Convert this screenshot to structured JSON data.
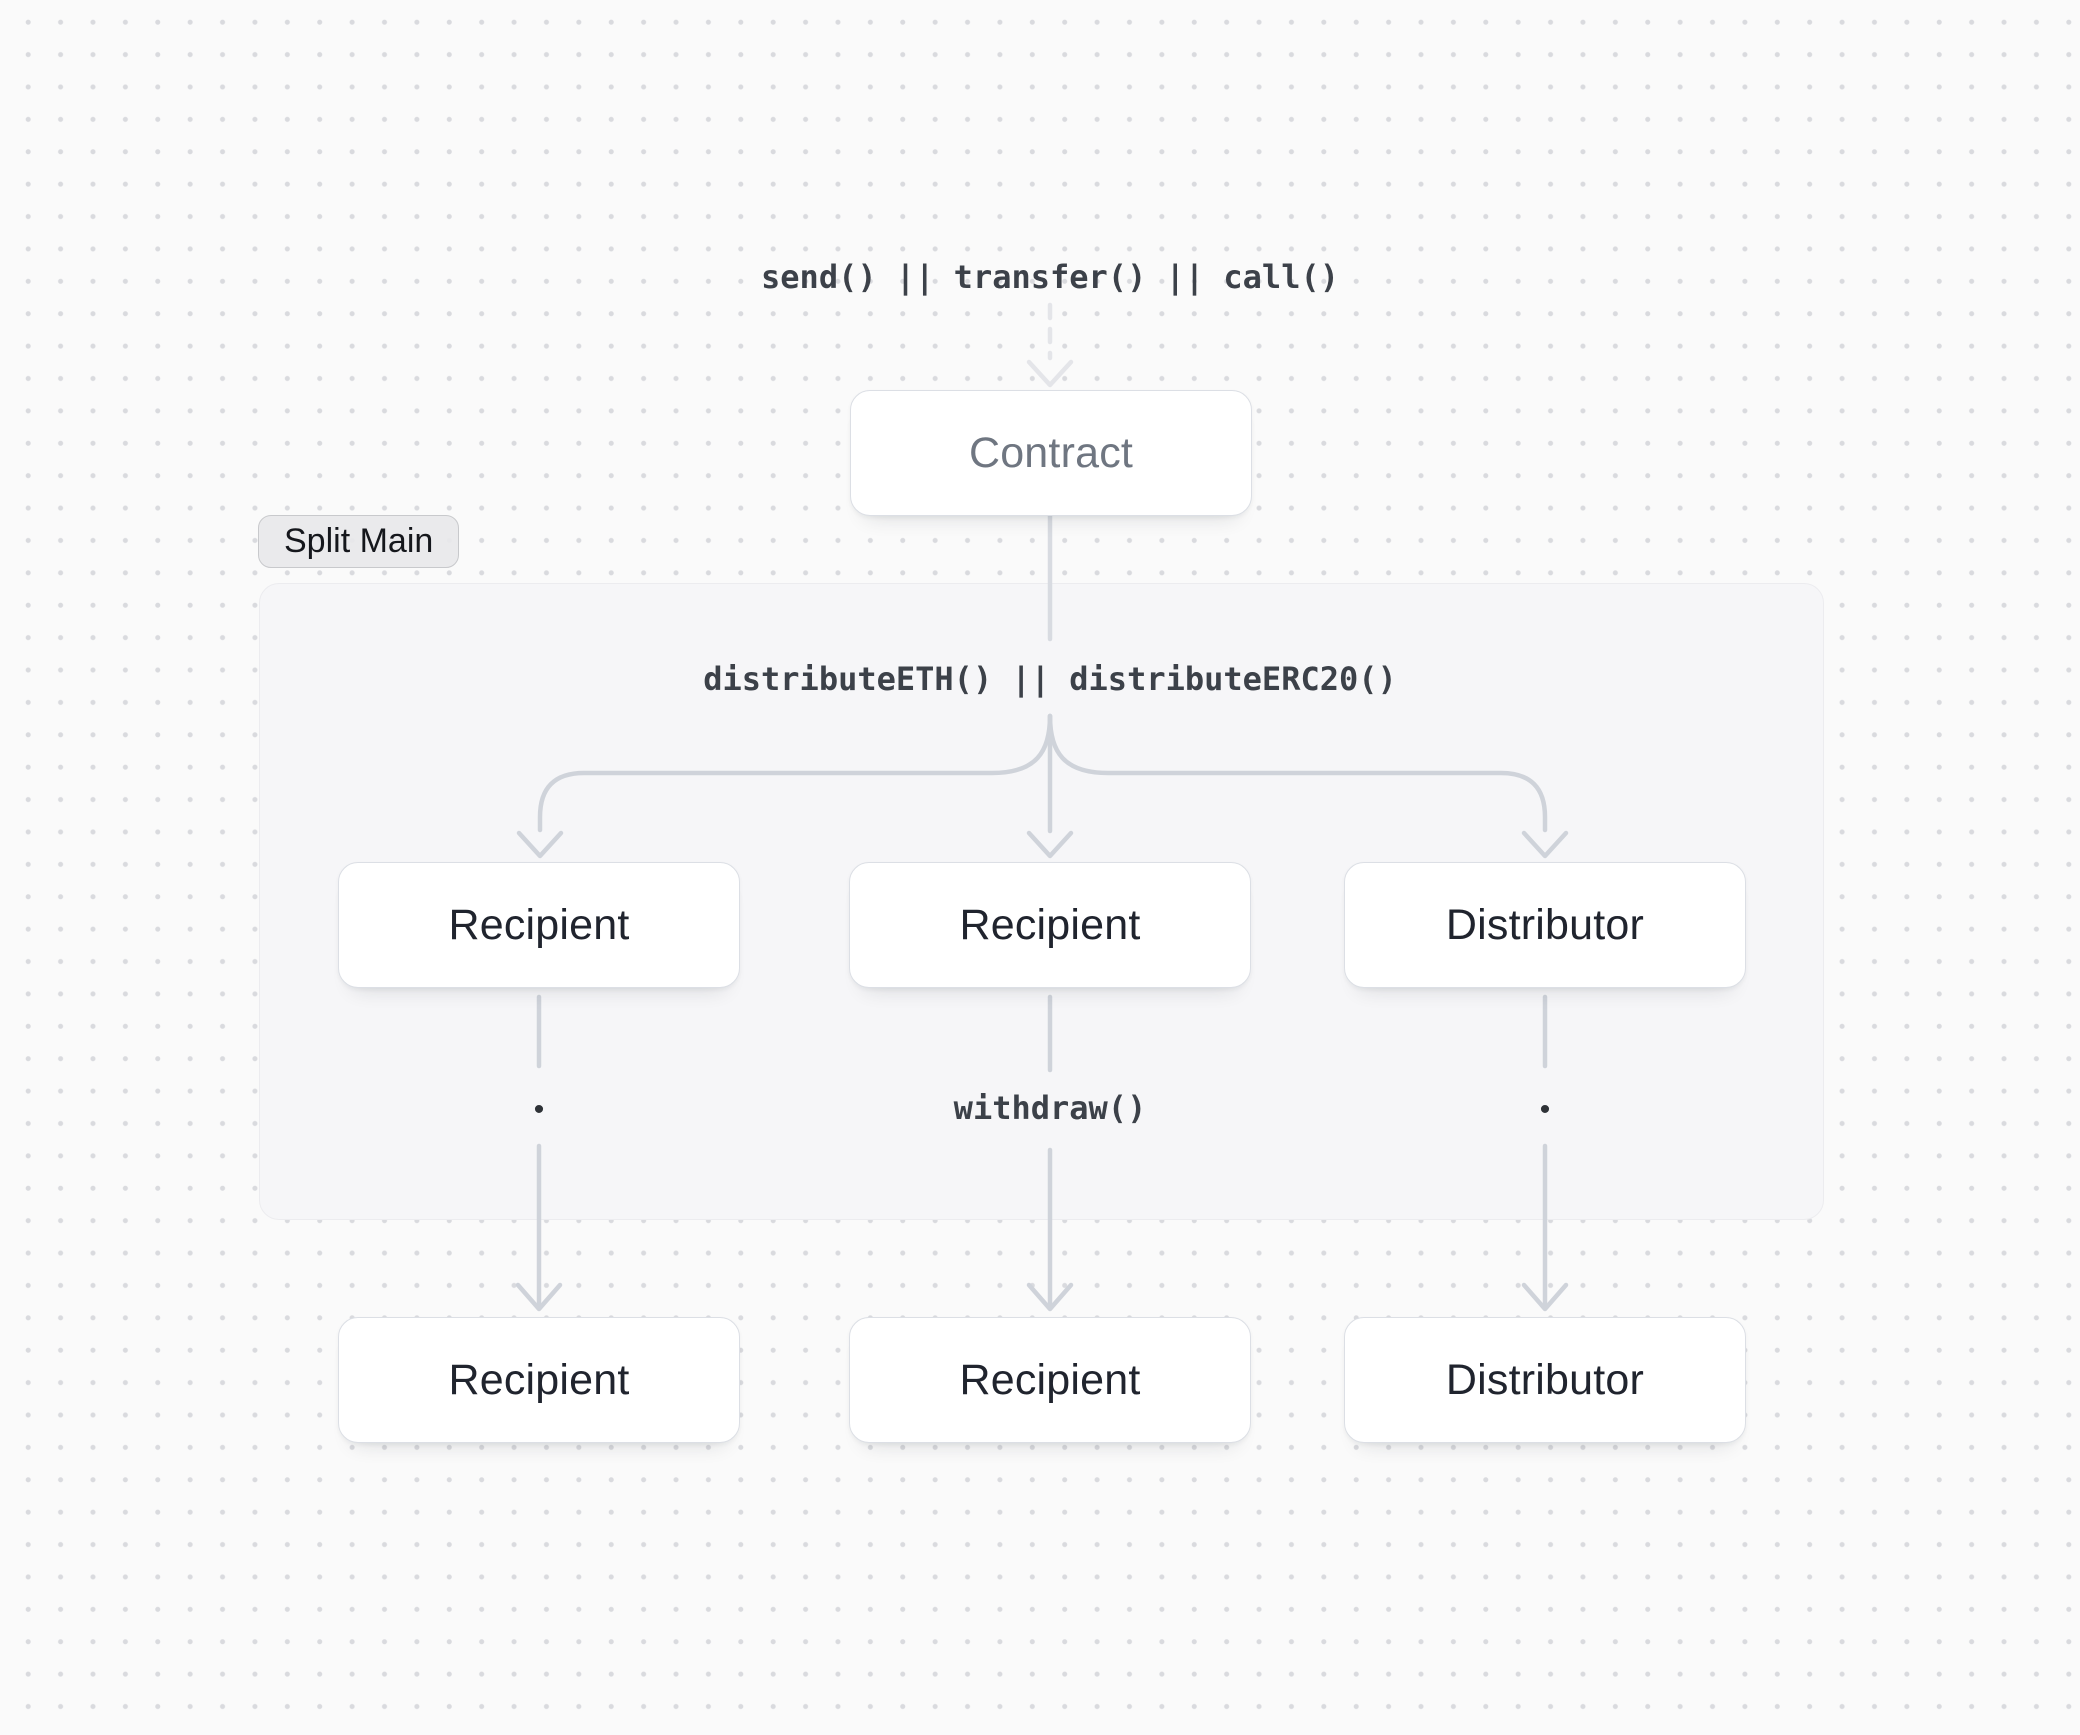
{
  "page": {
    "background_color": "#fafafa",
    "grid_dot_color": "#d9dade"
  },
  "diagram": {
    "entry_label": "send() || transfer() || call()",
    "contract": {
      "label": "Contract"
    },
    "split_group": {
      "badge": "Split Main",
      "distribute_label": "distributeETH() || distributeERC20()",
      "withdraw_label": "withdraw()",
      "ellipsis_left": "•",
      "ellipsis_right": "•"
    },
    "row1": [
      {
        "label": "Recipient"
      },
      {
        "label": "Recipient"
      },
      {
        "label": "Distributor"
      }
    ],
    "row2": [
      {
        "label": "Recipient"
      },
      {
        "label": "Recipient"
      },
      {
        "label": "Distributor"
      }
    ],
    "colors": {
      "flow_line": "#cfd3da",
      "muted_dashed_line": "#e4e5e9",
      "node_border": "#dcdfe5",
      "node_text": "#20242e",
      "contract_text": "#6f7681",
      "mono_text": "#3c4149",
      "group_panel": "#f6f6f8",
      "badge_background": "#e8e8ea"
    }
  }
}
